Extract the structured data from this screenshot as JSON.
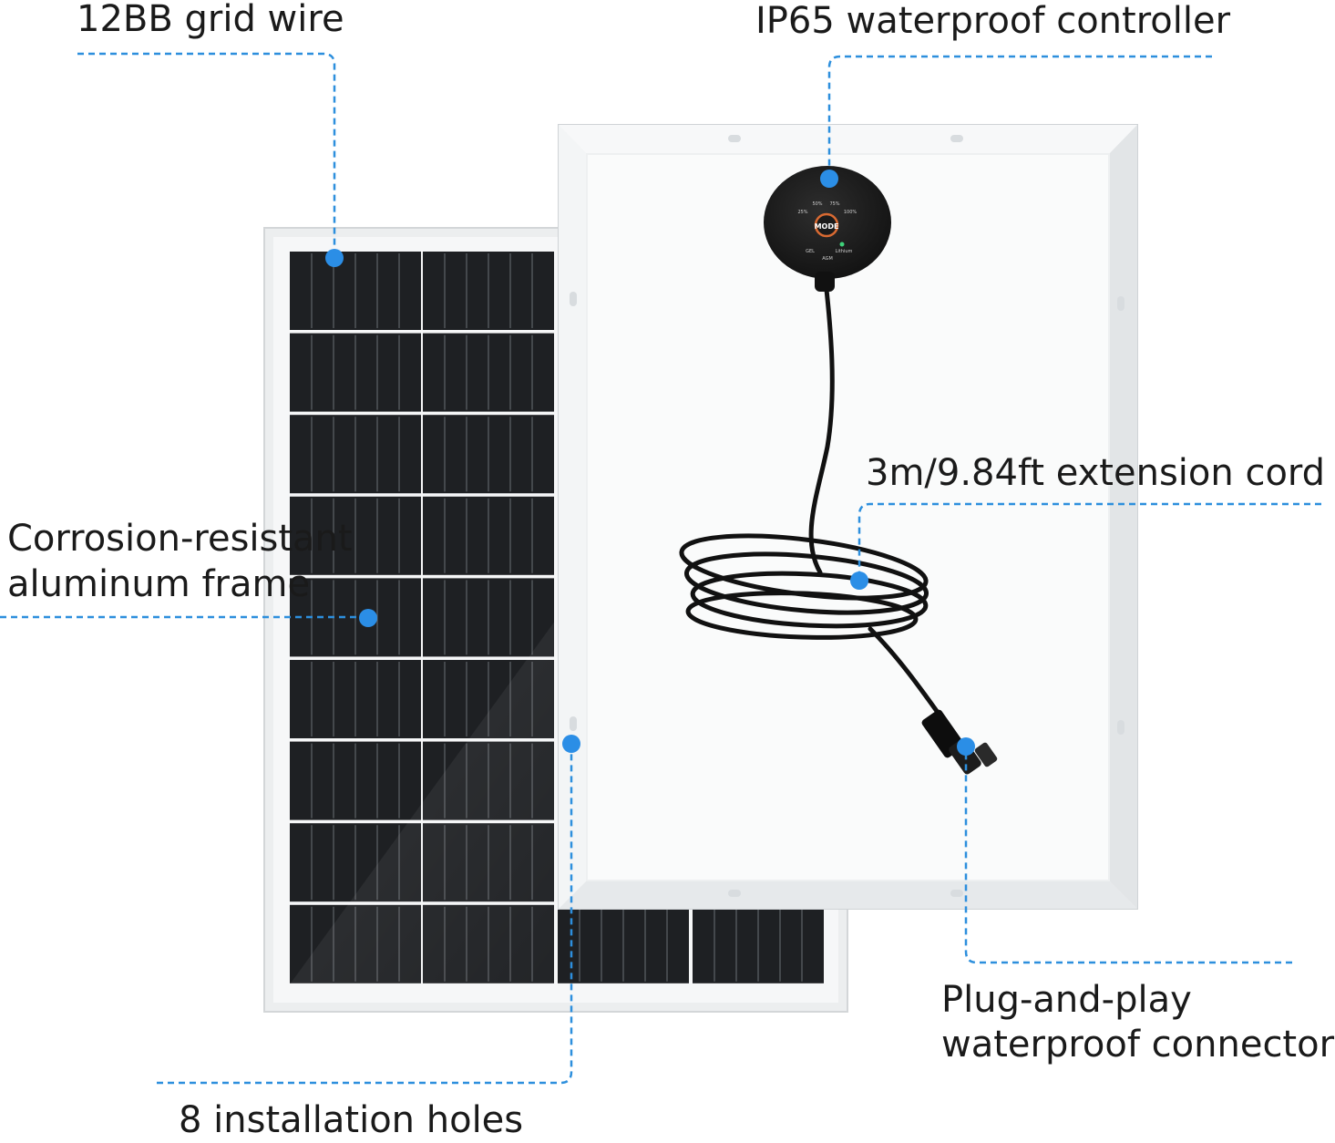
{
  "callouts": {
    "grid_wire": "12BB grid wire",
    "controller": "IP65 waterproof controller",
    "extension_cord": "3m/9.84ft extension cord",
    "frame_line1": "Corrosion-resistant",
    "frame_line2": "aluminum frame",
    "holes": "8 installation holes",
    "connector_line1": "Plug-and-play",
    "connector_line2": "waterproof connector"
  },
  "controller_panel": {
    "mode_label": "MODE",
    "level_25": "25%",
    "level_50": "50%",
    "level_75": "75%",
    "level_100": "100%",
    "gel": "GEL",
    "agm": "AGM",
    "lithium": "Lithium"
  },
  "colors": {
    "callout_line": "#2d8fdd",
    "callout_dot": "#2b8ee6",
    "cell": "#1e2023",
    "frame": "#eceeef",
    "controller": "#1a1a1a",
    "indicator": "#3fd27a"
  }
}
